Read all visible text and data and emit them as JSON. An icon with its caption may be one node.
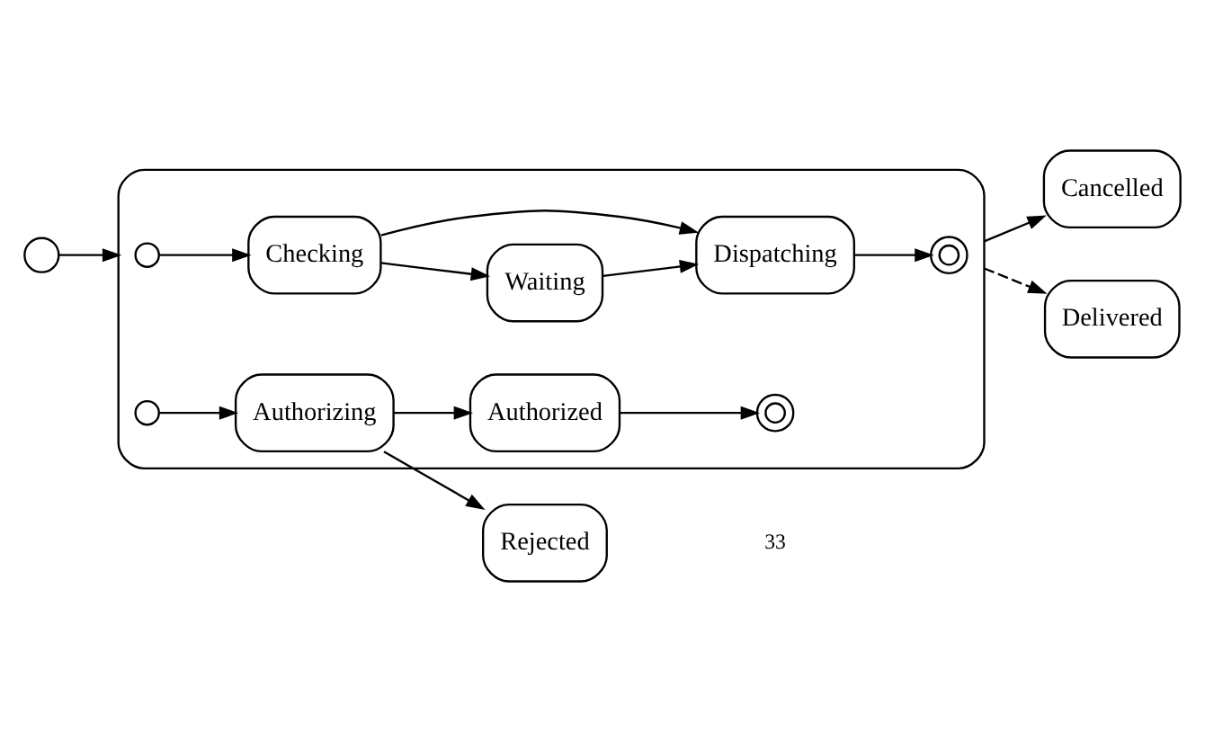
{
  "diagram": {
    "nodes": [
      {
        "text": [],
        "shape": "circle"
      },
      {
        "text": [],
        "shape": "box"
      },
      {
        "text": [],
        "shape": "circle",
        "in": 1
      },
      {
        "text": [
          "Checking"
        ],
        "in": 1
      },
      {
        "text": [
          "Waiting"
        ],
        "in": 1
      },
      {
        "text": [
          "Dispatching"
        ],
        "in": 1
      },
      {
        "text": [],
        "shape": "doublecircle",
        "in": 1
      },
      {
        "text": [],
        "shape": "circle",
        "in": 1
      },
      {
        "text": [
          "Authorizing"
        ],
        "in": 1
      },
      {
        "text": [
          "Authorized"
        ],
        "in": 1
      },
      {
        "text": [],
        "shape": "doublecircle",
        "in": 1
      },
      {
        "text": [
          "Cancelled"
        ]
      },
      {
        "text": [
          "Delivered"
        ]
      },
      {
        "text": [
          "Rejected"
        ]
      }
    ],
    "edges": [
      {
        "from": 0,
        "to": 1,
        "arrow": "to"
      },
      {
        "from": 1,
        "to": 11,
        "arrow": "to"
      },
      {
        "from": 1,
        "to": 12,
        "arrow": "to",
        "style": "dashed"
      },
      {
        "from": 2,
        "to": 3,
        "arrow": "to"
      },
      {
        "from": 3,
        "to": 4,
        "arrow": "to"
      },
      {
        "from": 4,
        "to": 5,
        "arrow": "to"
      },
      {
        "from": 3,
        "to": 5,
        "arrow": "to"
      },
      {
        "from": 5,
        "to": 6,
        "arrow": "to"
      },
      {
        "from": 7,
        "to": 8,
        "arrow": "to"
      },
      {
        "from": 8,
        "to": 9,
        "arrow": "to"
      },
      {
        "from": 9,
        "to": 10,
        "arrow": "to"
      },
      {
        "from": 8,
        "to": 13,
        "arrow": "to"
      }
    ],
    "labels": [
      "33"
    ]
  }
}
